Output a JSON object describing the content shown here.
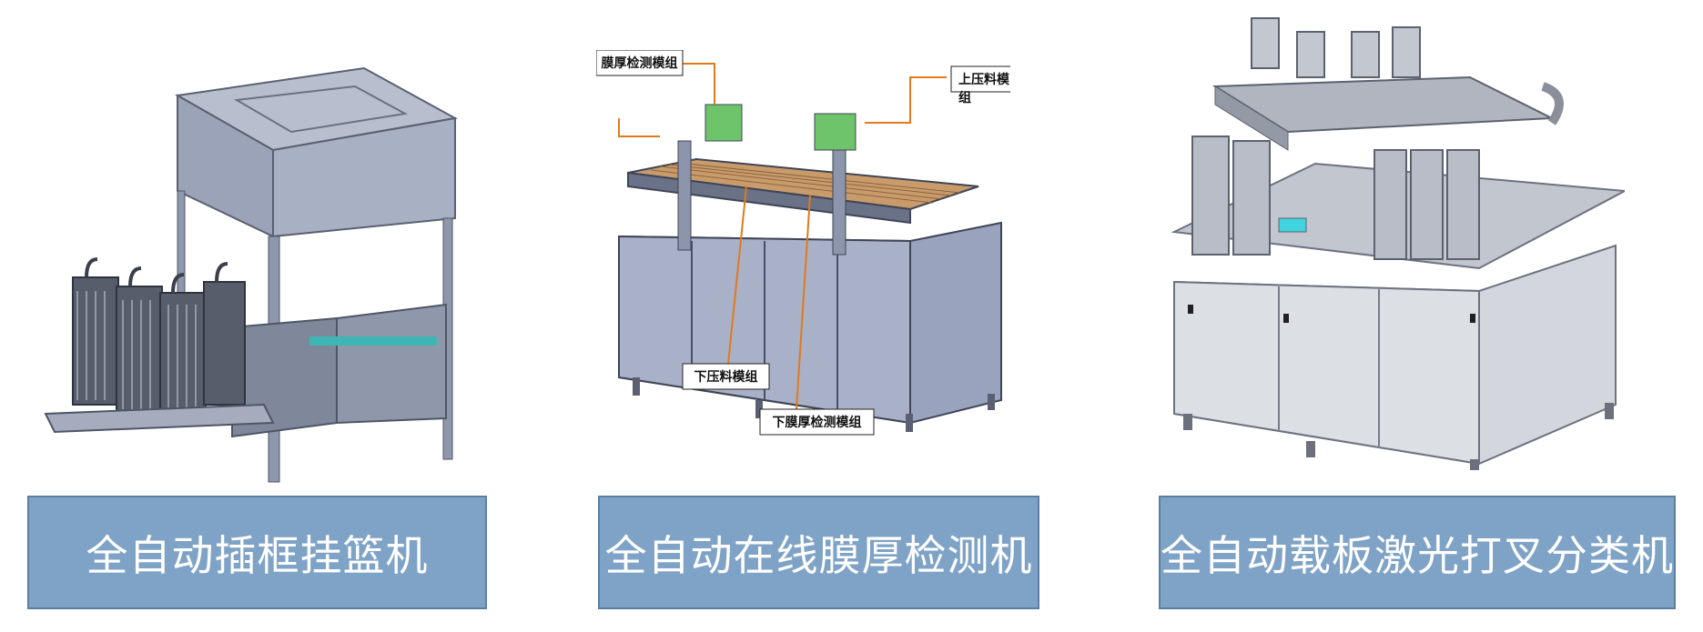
{
  "machines": [
    {
      "name": "全自动插框挂篮机"
    },
    {
      "name": "全自动在线膜厚检测机"
    },
    {
      "name": "全自动载板激光打叉分类机"
    }
  ],
  "callouts": {
    "upper_film": "膜厚检测模组",
    "upper_press": "上压料模组",
    "lower_press": "下压料模组",
    "lower_film": "下膜厚检测模组"
  },
  "colors": {
    "caption_bg": "#7fa3c6",
    "caption_border": "#5b7fa3",
    "arrow": "#e07a1c"
  }
}
